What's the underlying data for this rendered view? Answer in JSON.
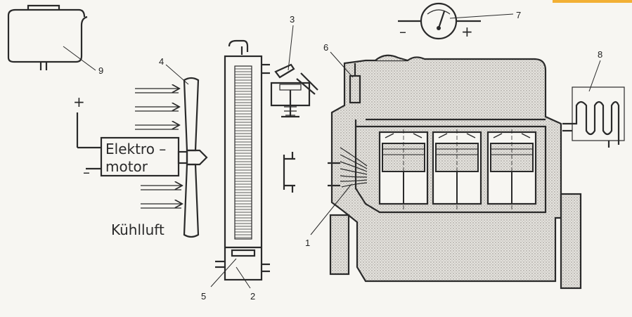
{
  "diagram": {
    "callouts": [
      "1",
      "2",
      "3",
      "4",
      "5",
      "6",
      "7",
      "8",
      "9"
    ],
    "motor_text": [
      "Elektro –",
      "motor"
    ],
    "airflow_label": "Kühlluft",
    "plus_sign": "+",
    "minus_sign": "–",
    "gauge_minus": "–",
    "gauge_plus": "+"
  },
  "colors": {
    "ink": "#2a2a2a",
    "paper": "#f7f6f2",
    "stipple": "#c9c7c2",
    "accent_strip": "#f2b035"
  }
}
